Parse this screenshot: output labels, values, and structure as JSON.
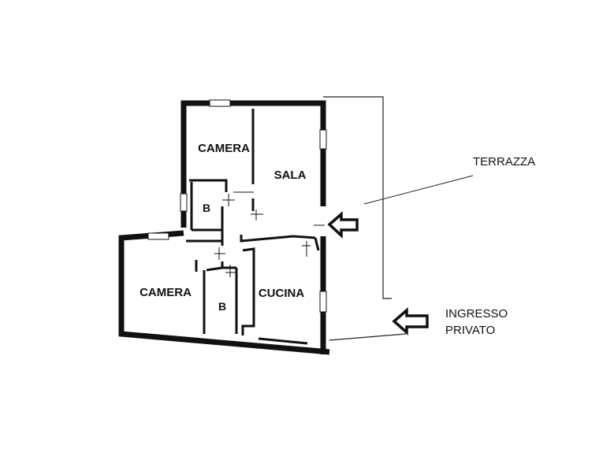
{
  "rooms": {
    "camera_top": "CAMERA",
    "sala": "SALA",
    "bath_top": "B",
    "camera_bottom": "CAMERA",
    "bath_bottom": "B",
    "cucina": "CUCINA"
  },
  "annotations": {
    "terrazza": "TERRAZZA",
    "ingresso_line1": "INGRESSO",
    "ingresso_line2": "PRIVATO"
  }
}
